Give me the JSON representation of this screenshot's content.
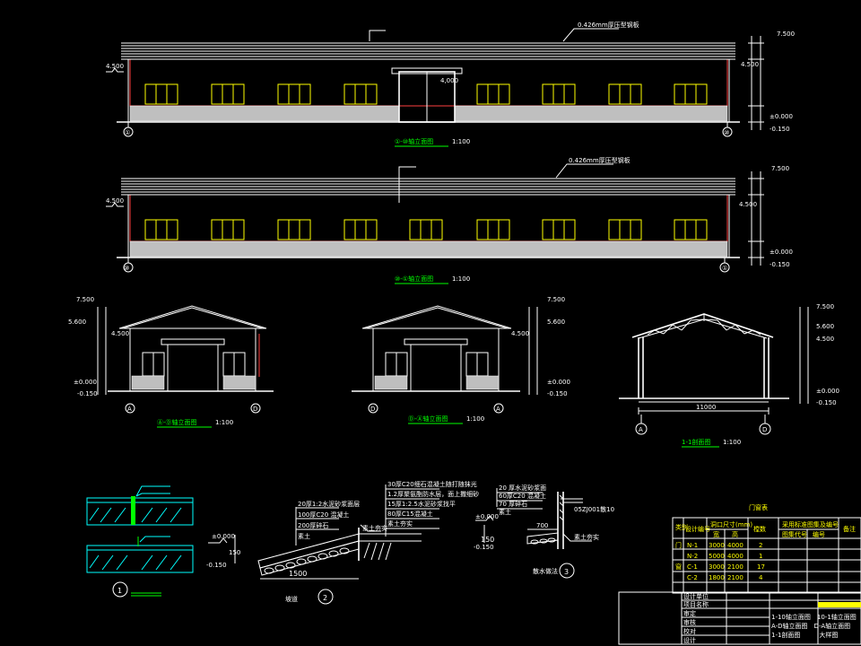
{
  "elevation_top": {
    "title": "①-⑩轴立面图",
    "scale": "1:100",
    "roof_note": "0.426mm厚压型钢板",
    "door_label": "4,000",
    "levels": [
      "7.500",
      "4.500",
      "±0.000",
      "-0.150"
    ],
    "grid_left": "①",
    "grid_right": "⑩"
  },
  "elevation_mid": {
    "title": "⑩-①轴立面图",
    "scale": "1:100",
    "roof_note": "0.426mm厚压型钢板",
    "levels": [
      "7.500",
      "4.500",
      "±0.000",
      "-0.150"
    ],
    "grid_left": "⑩",
    "grid_right": "①"
  },
  "gable_a": {
    "title": "Ⓐ-Ⓓ轴立面图",
    "scale": "1:100",
    "levels": [
      "7.500",
      "5.600",
      "4.500",
      "±0.000",
      "-0.150"
    ],
    "grid_left": "A",
    "grid_right": "D"
  },
  "gable_b": {
    "title": "Ⓓ-Ⓐ轴立面图",
    "scale": "1:100",
    "levels": [
      "7.500",
      "5.600",
      "4.500",
      "±0.000",
      "-0.150"
    ],
    "grid_left": "D",
    "grid_right": "A"
  },
  "section": {
    "title": "1-1剖面图",
    "scale": "1:100",
    "span": "11000",
    "grid_left": "A",
    "grid_right": "D",
    "levels": [
      "7.500",
      "5.600",
      "4.500",
      "±0.000",
      "-0.150"
    ]
  },
  "detail1": {
    "num": "1"
  },
  "detail2": {
    "num": "2",
    "notes": [
      "30厚C20细石混凝土随打随抹光",
      "1.2厚聚氨酯防水层，面上撒细砂",
      "15厚1:2.5水泥砂浆找平",
      "80厚C15混凝土",
      "素土夯实"
    ],
    "layers": [
      "20厚1:2水泥砂浆面层",
      "100厚C20 混凝土",
      "200厚碎石",
      "素土"
    ],
    "level_a": "±0.000",
    "level_b": "-0.150",
    "dim": "1500",
    "dim_v": "150",
    "label": "坡道"
  },
  "detail3": {
    "num": "3",
    "layers": [
      "20 厚水泥砂浆面",
      "60厚C20 混凝土",
      "70 厚碎石",
      "素土"
    ],
    "level_a": "±0.000",
    "level_b": "-0.150",
    "dim_v": "150",
    "dim_h": "700",
    "ref": "05ZJ001散10",
    "label": "散水做法"
  },
  "schedule": {
    "title": "门窗表",
    "headers": [
      "类别",
      "设计编号",
      "洞口尺寸(mm)",
      "樘数",
      "采用标准图集及编号",
      "备注"
    ],
    "subheaders": [
      "宽",
      "高",
      "图集代号",
      "编号"
    ],
    "rows": [
      {
        "type": "门",
        "code": "N-1",
        "w": "3000",
        "h": "4000",
        "count": "2"
      },
      {
        "type": "",
        "code": "N-2",
        "w": "5000",
        "h": "4000",
        "count": "1"
      },
      {
        "type": "窗",
        "code": "C-1",
        "w": "3000",
        "h": "2100",
        "count": "17"
      },
      {
        "type": "",
        "code": "C-2",
        "w": "1800",
        "h": "2100",
        "count": "4"
      }
    ]
  },
  "title_block": {
    "drawing_lines": [
      "1-10轴立面图　10-1轴立面图",
      "A-D轴立面图　D-A轴立面图",
      "1-1剖面图　　　大样图"
    ],
    "left_labels": [
      "设计单位",
      "项目名称",
      "审定",
      "审核",
      "校对",
      "设计"
    ]
  }
}
